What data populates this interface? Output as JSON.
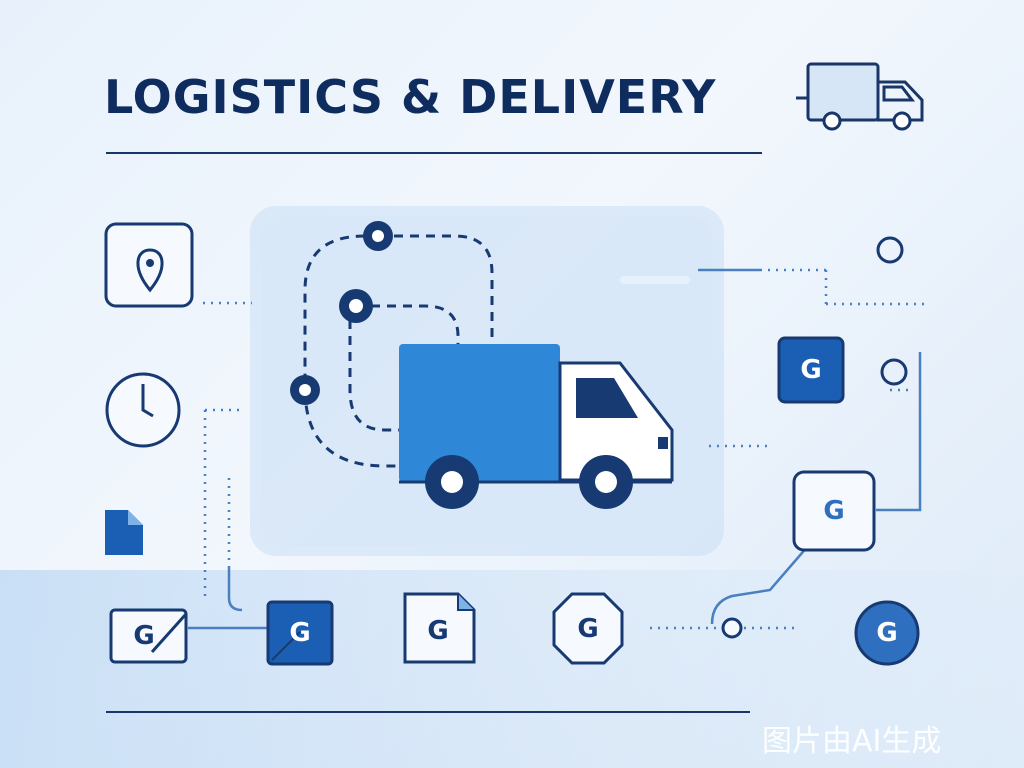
{
  "header": {
    "title": "LOGISTICS & DELIVERY"
  },
  "icons": {
    "header": "delivery-truck-icon",
    "left": [
      "location-pin-icon",
      "clock-icon",
      "document-icon"
    ],
    "center": "delivery-truck-icon",
    "right": [
      "circle-icon",
      "g-tile-icon",
      "circle-icon",
      "g-tile-icon"
    ],
    "bottom": [
      "g-envelope-icon",
      "g-tile-icon",
      "g-document-icon",
      "g-octagon-icon",
      "g-coin-icon"
    ]
  },
  "tile_letter": "G",
  "watermark": "图片由AI生成",
  "colors": {
    "navy": "#0f2c5e",
    "blue": "#2f87d8",
    "accent_blue": "#1b5fb4",
    "background": "#e8f1fb"
  }
}
